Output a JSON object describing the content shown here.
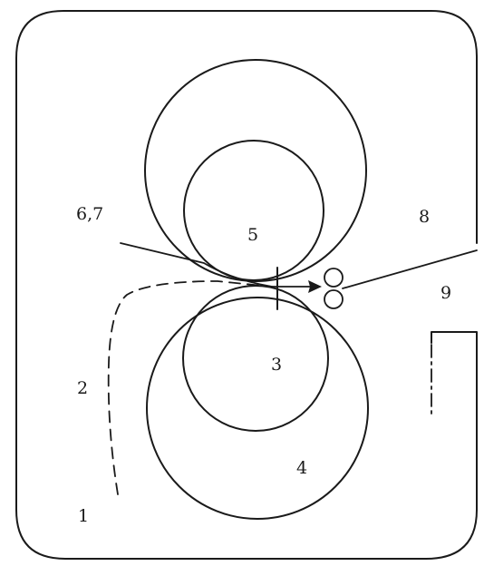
{
  "labels": {
    "l1": "1",
    "l2": "2",
    "l3": "3",
    "l4": "4",
    "l5": "5",
    "l67": "6,7",
    "l8": "8",
    "l9": "9"
  },
  "colors": {
    "ink": "#1a1a1a",
    "background": "#ffffff"
  }
}
